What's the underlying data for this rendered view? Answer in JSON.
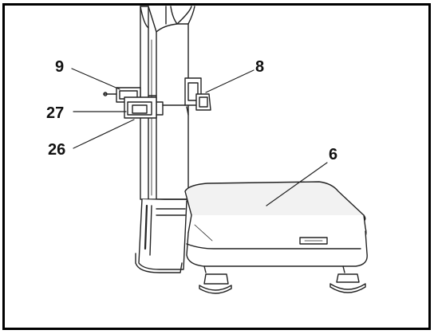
{
  "callouts": [
    {
      "id": "9",
      "label": "9"
    },
    {
      "id": "27",
      "label": "27"
    },
    {
      "id": "26",
      "label": "26"
    },
    {
      "id": "8",
      "label": "8"
    },
    {
      "id": "6",
      "label": "6"
    }
  ],
  "colors": {
    "line": "#222222",
    "fill": "#ffffff",
    "shade": "#e6e6e6",
    "frame": "#000000"
  }
}
